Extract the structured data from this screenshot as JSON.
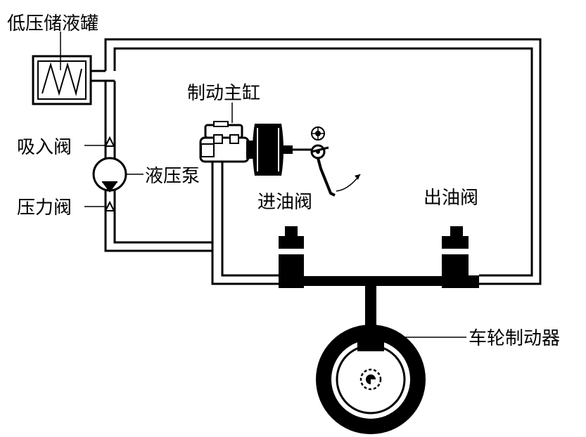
{
  "labels": {
    "reservoir": "低压储液罐",
    "inlet_valve_pump": "吸入阀",
    "pump": "液压泵",
    "pressure_valve": "压力阀",
    "master_cylinder": "制动主缸",
    "inlet_valve": "进油阀",
    "outlet_valve": "出油阀",
    "wheel_brake": "车轮制动器"
  }
}
